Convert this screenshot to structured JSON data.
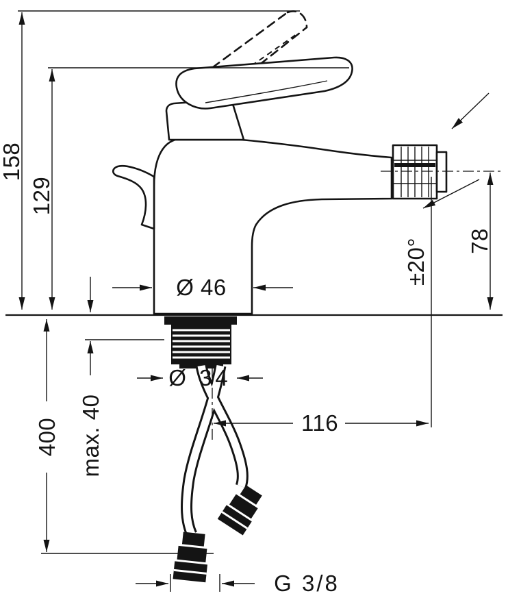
{
  "diagram": {
    "type": "technical-dimension-drawing",
    "subject": "bidet-mixer-faucet",
    "colors": {
      "line": "#141414",
      "background": "#ffffff"
    },
    "dimensions": {
      "total_height": "158",
      "body_height": "129",
      "base_diameter": "Ø 46",
      "swivel_angle": "±20°",
      "spout_height": "78",
      "shank_diameter": "Ø 34",
      "max_mounting_thickness": "max. 40",
      "hose_length": "400",
      "spout_reach": "116",
      "connection_thread": "G 3/8"
    }
  }
}
